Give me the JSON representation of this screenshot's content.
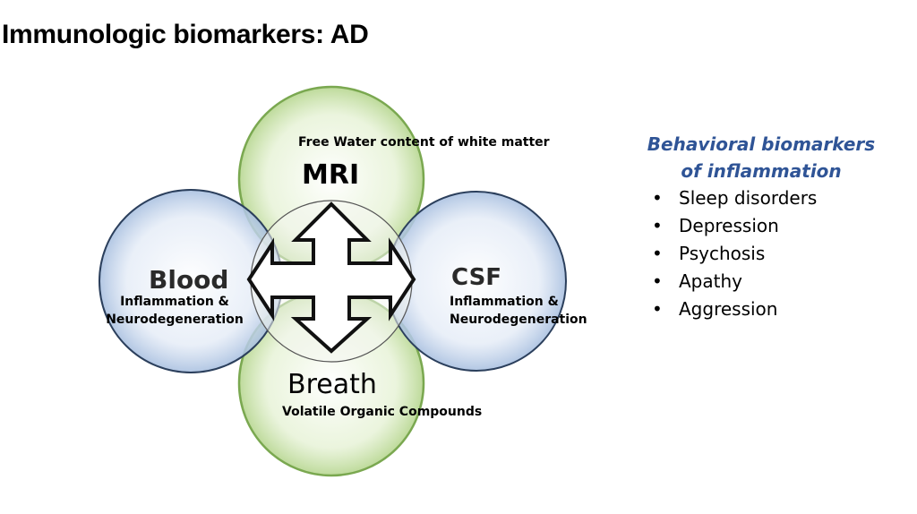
{
  "title": "Immunologic biomarkers: AD",
  "diagram": {
    "mri": {
      "label": "MRI",
      "detail": "Free Water content of white matter"
    },
    "blood": {
      "label": "Blood",
      "detail_line1": "Inflammation &",
      "detail_line2": "Neurodegeneration"
    },
    "csf": {
      "label": "CSF",
      "detail_line1": "Inflammation &",
      "detail_line2": "Neurodegeneration"
    },
    "breath": {
      "label": "Breath",
      "detail": "Volatile Organic Compounds"
    },
    "colors": {
      "green_fill": "#d3e8b8",
      "green_stroke": "#7aa850",
      "blue_fill": "#cfdcef",
      "blue_stroke": "#2b3f5c",
      "center_stroke": "#555555"
    }
  },
  "behavioral": {
    "heading_line1": "Behavioral biomarkers",
    "heading_line2": "of inflammation",
    "heading_color": "#2f5496",
    "items": [
      "Sleep disorders",
      "Depression",
      "Psychosis",
      "Apathy",
      "Aggression"
    ]
  }
}
